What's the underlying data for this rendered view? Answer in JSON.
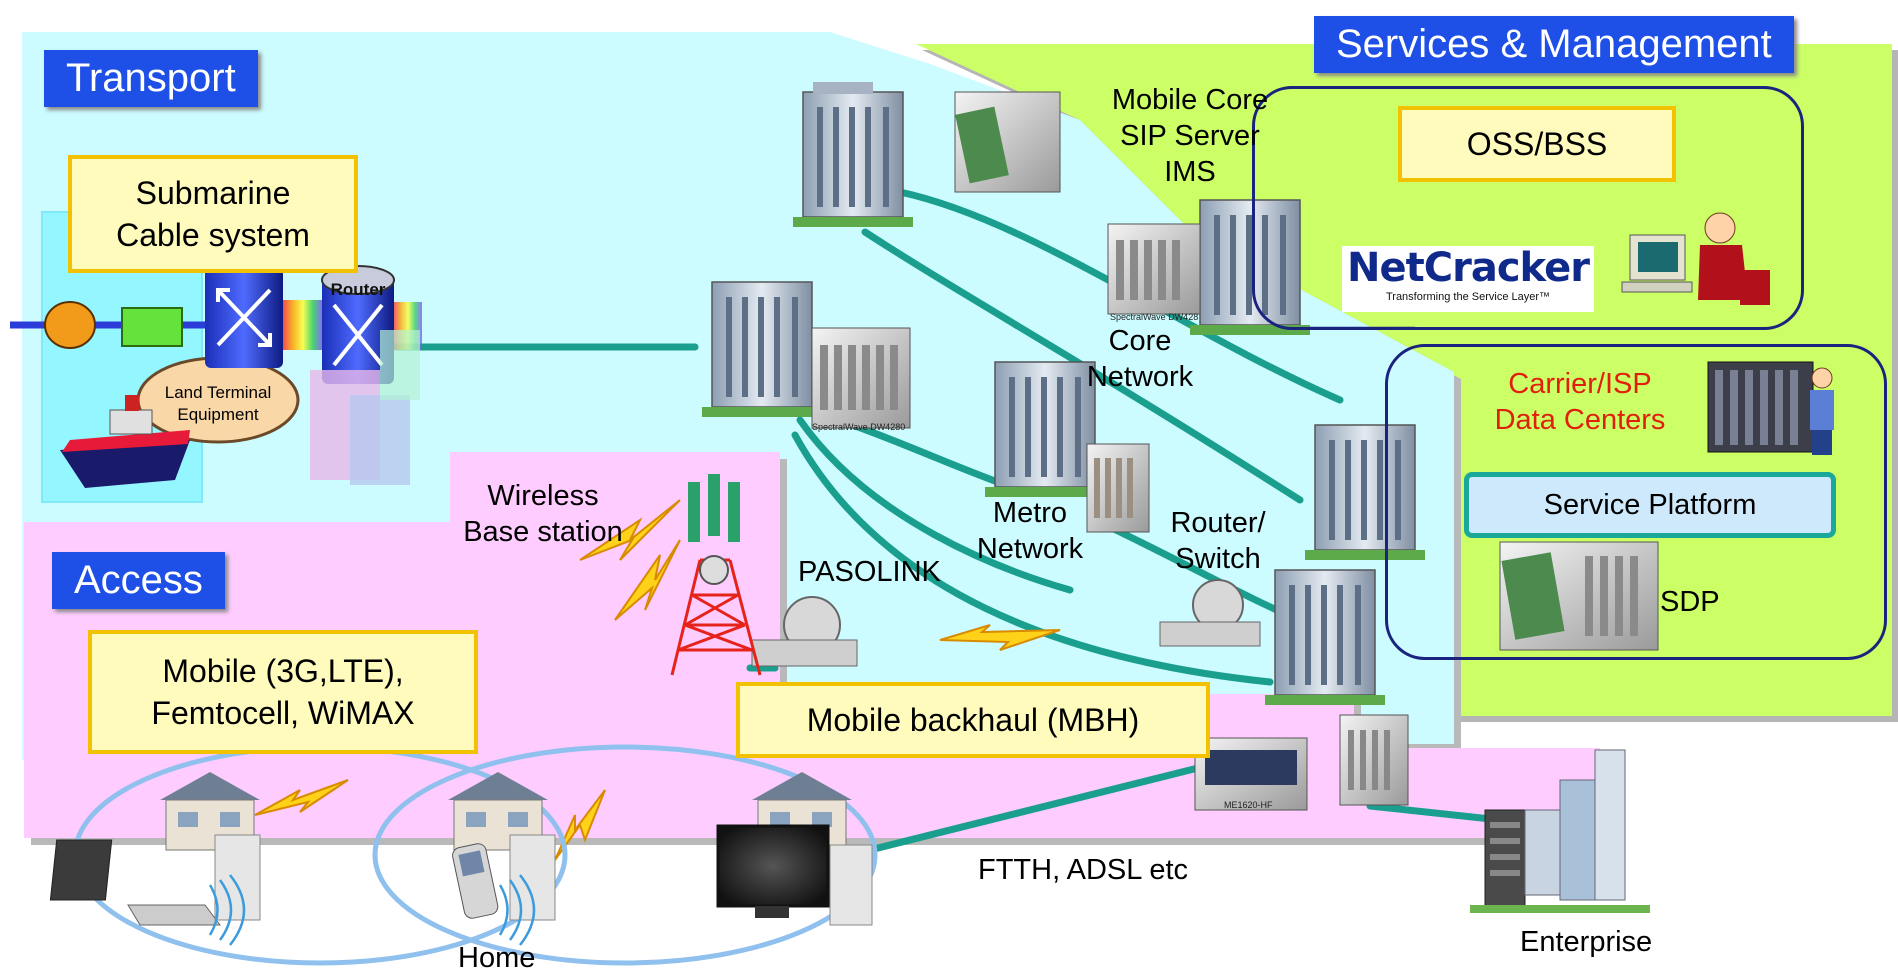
{
  "zones": {
    "transport": "Transport",
    "services": "Services & Management",
    "access": "Access"
  },
  "boxes": {
    "submarine_line1": "Submarine",
    "submarine_line2": "Cable system",
    "mobile_line1": "Mobile (3G,LTE),",
    "mobile_line2": "Femtocell, WiMAX",
    "mbh": "Mobile backhaul  (MBH)",
    "oss": "OSS/BSS",
    "service_platform": "Service Platform"
  },
  "labels": {
    "land_terminal_line1": "Land Terminal",
    "land_terminal_line2": "Equipment",
    "router_badge": "Router",
    "mobile_core_line1": "Mobile Core",
    "mobile_core_line2": "SIP Server",
    "mobile_core_line3": "IMS",
    "core_network_line1": "Core",
    "core_network_line2": "Network",
    "metro_line1": "Metro",
    "metro_line2": "Network",
    "router_switch_line1": "Router/",
    "router_switch_line2": "Switch",
    "wireless_line1": "Wireless",
    "wireless_line2": "Base station",
    "pasolink": "PASOLINK",
    "carrier_line1": "Carrier/ISP",
    "carrier_line2": "Data Centers",
    "sdp": "SDP",
    "ftth": "FTTH, ADSL etc",
    "home": "Home",
    "enterprise": "Enterprise",
    "netcracker_brand": "NetCracker",
    "netcracker_tagline": "Transforming the Service Layer™",
    "spectralwave_1": "SpectralWave  DW4280",
    "spectralwave_2": "SpectralWave  DW428",
    "me_label": "ME1620-HF"
  },
  "colors": {
    "transport_bg": "#ccfcff",
    "services_bg": "#ccff66",
    "access_bg": "#ffccff",
    "title_blue": "#1e4fe6",
    "link_teal": "#1a9f8f",
    "carrier_red": "#e0200c"
  }
}
